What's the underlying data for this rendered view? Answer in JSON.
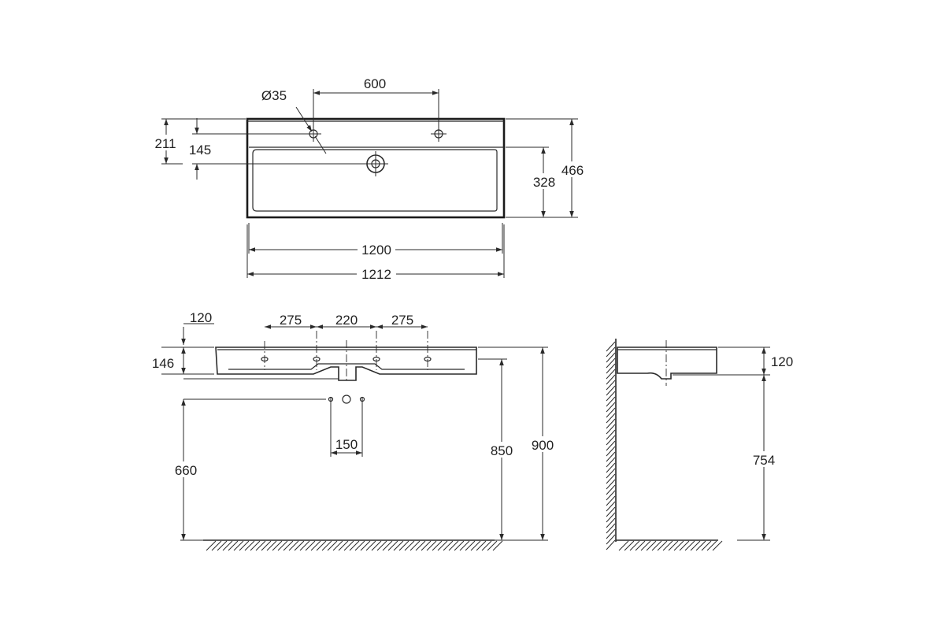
{
  "top_view": {
    "hole_diameter": "Ø35",
    "tap_spacing": "600",
    "tap_offset": "211",
    "drain_offset": "145",
    "basin_depth": "328",
    "total_depth": "466",
    "inner_width": "1200",
    "outer_width": "1212"
  },
  "front_view": {
    "wall_offset": "120",
    "height": "146",
    "spacing_left": "275",
    "spacing_center": "220",
    "spacing_right": "275",
    "outlet_spacing": "150",
    "outlet_height": "660",
    "rim_height_inner": "850",
    "rim_height_total": "900"
  },
  "side_view": {
    "height": "120",
    "clearance": "754"
  }
}
